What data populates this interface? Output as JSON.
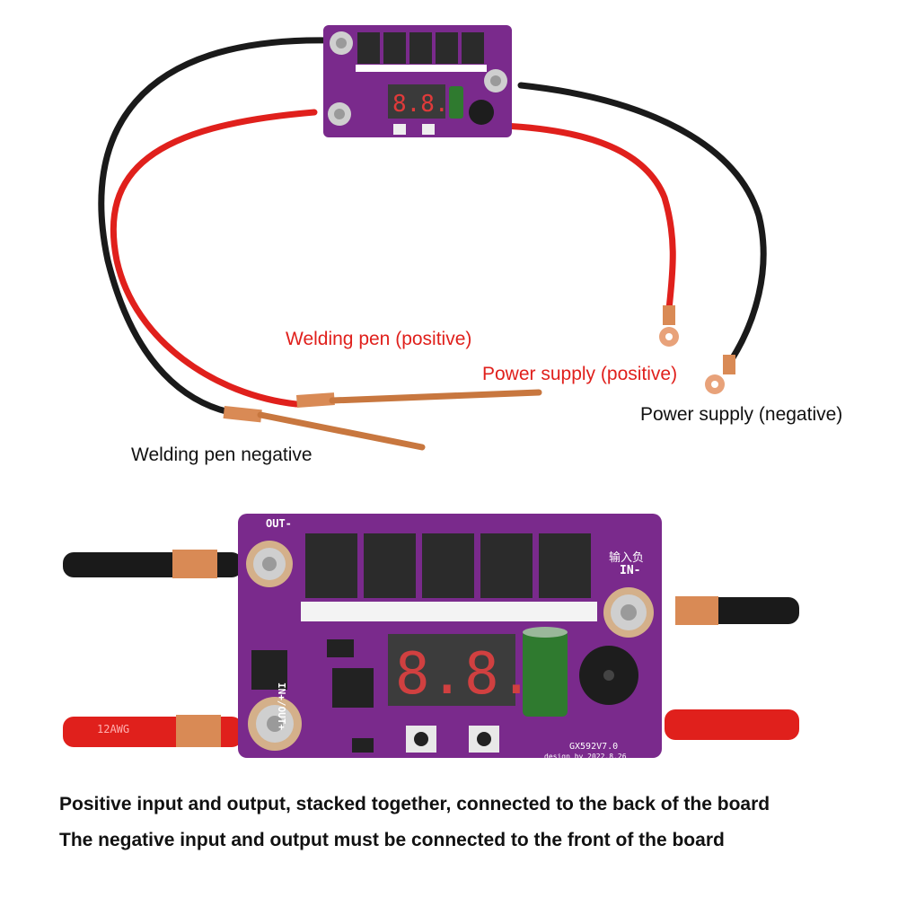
{
  "labels": {
    "welding_pen_positive": "Welding pen (positive)",
    "power_supply_positive": "Power supply (positive)",
    "power_supply_negative": "Power supply (negative)",
    "welding_pen_negative": "Welding pen negative"
  },
  "captions": {
    "line1": "Positive input and output, stacked together, connected to the back of the board",
    "line2": "The negative input and output must be connected to the front of the board"
  },
  "board_text": {
    "in_neg": "IN-",
    "in_neg_cn": "输入负",
    "out_neg": "OUT-",
    "in_out_pos": "IN+/OUT+",
    "version": "GX592V7.0",
    "design": "design by 2022.8.26",
    "wire_gauge": "12AWG"
  },
  "colors": {
    "pcb": "#7a2a8c",
    "red_wire": "#e0201c",
    "black_wire": "#1a1a1a",
    "copper": "#d98a55"
  }
}
